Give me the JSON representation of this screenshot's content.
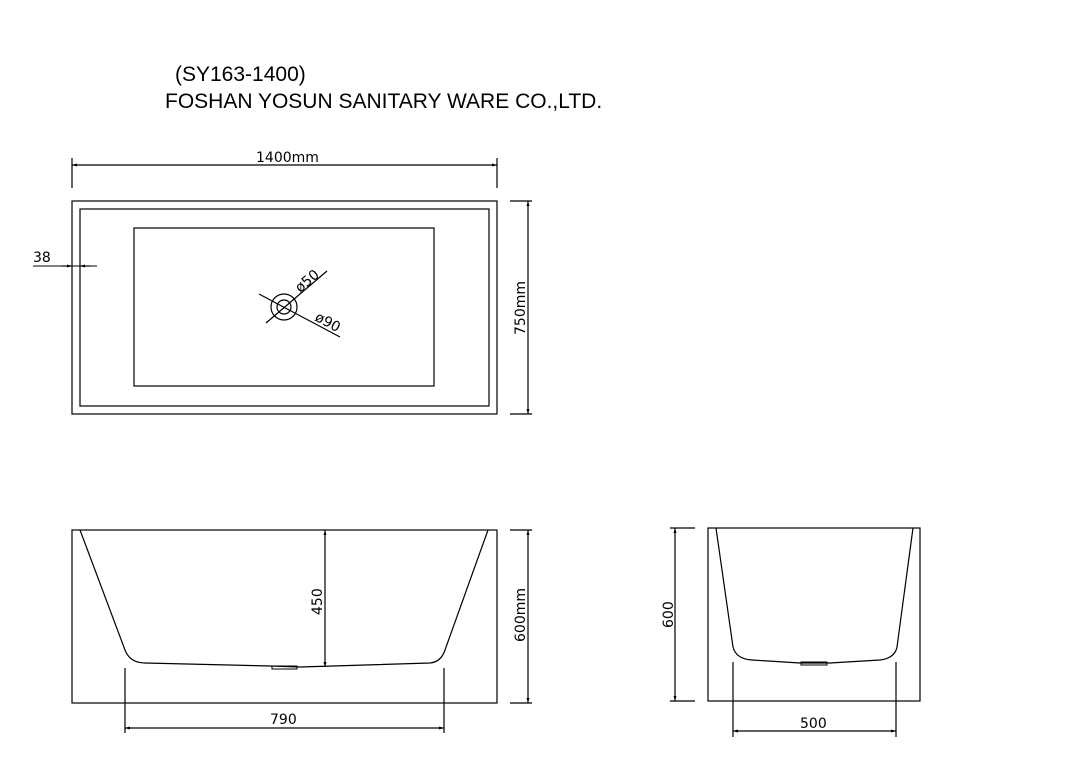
{
  "header": {
    "model": "(SY163-1400)",
    "company": "FOSHAN YOSUN SANITARY WARE CO.,LTD."
  },
  "top_view": {
    "length_label": "1400mm",
    "width_label": "750mm",
    "rim_label": "38",
    "drain_inner_label": "ø50",
    "drain_outer_label": "ø90"
  },
  "front_view": {
    "inner_depth_label": "450",
    "height_label": "600mm",
    "bottom_length_label": "790"
  },
  "side_view": {
    "height_label": "600",
    "bottom_width_label": "500"
  },
  "colors": {
    "line": "#000000",
    "background": "#ffffff"
  }
}
